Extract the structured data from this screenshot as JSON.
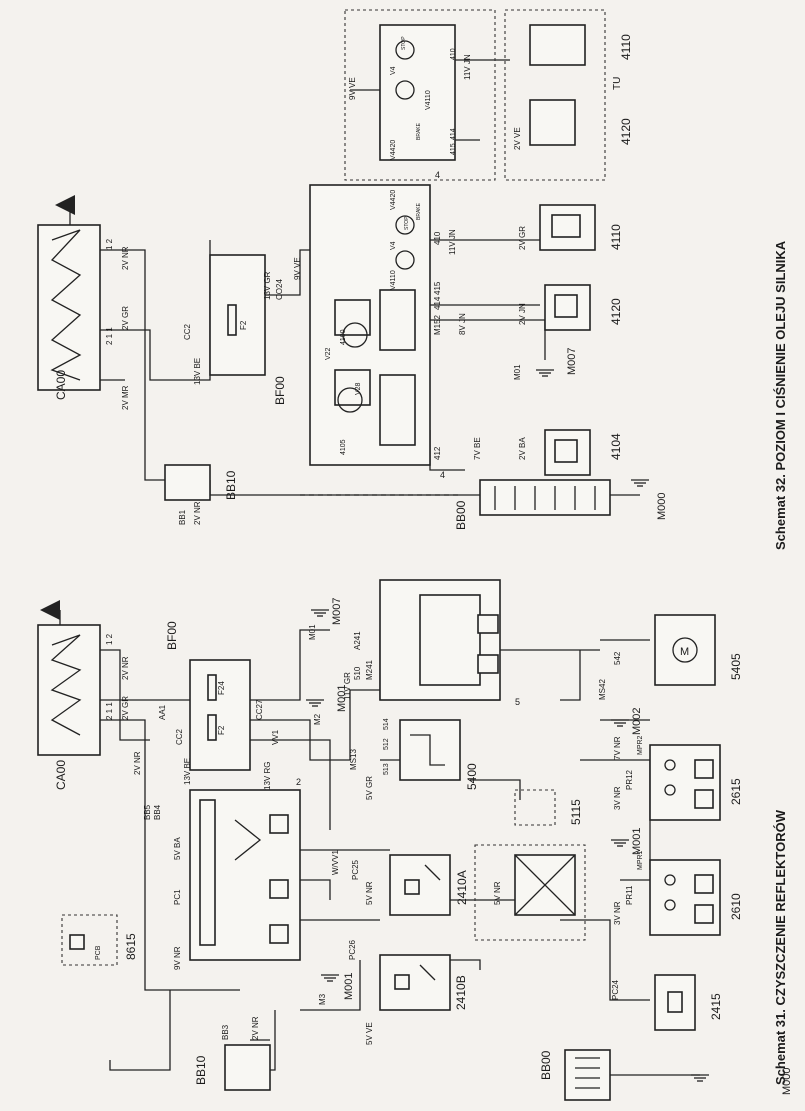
{
  "captions": {
    "left": "Schemat 31. CZYSZCZENIE REFLEKTORÓW",
    "right": "Schemat 32. POZIOM I CIŚNIENIE OLEJU SILNIKA"
  },
  "schemat31": {
    "components": {
      "ca00": "CA00",
      "bf00": "BF00",
      "bb10": "BB10",
      "bb00": "BB00",
      "c8615": "8615",
      "c2410b": "2410B",
      "c2410a": "2410A",
      "c2415": "2415",
      "c2610": "2610",
      "c2615": "2615",
      "c5400": "5400",
      "c5115": "5115",
      "c5405": "5405",
      "c5": "5",
      "c2": "2",
      "m001a": "M001",
      "m001b": "M001",
      "m001c": "M001",
      "m002": "M002",
      "m007": "M007",
      "m000": "M000",
      "m2": "M2",
      "m3": "M3",
      "m01": "M01"
    },
    "labels": {
      "f24": "F24",
      "f2": "F2",
      "pcb": "PCB",
      "w_2vnr_a": "2V NR",
      "w_2vnr_b": "2V NR",
      "w_2vnr_c": "2V NR",
      "w_2vgr": "2V GR",
      "w_13vbe": "13V BE",
      "w_13vrg": "13V RG",
      "w_11vgr": "11V GR",
      "w_5vnr_a": "5V NR",
      "w_5vnr_b": "5V NR",
      "w_5vgr": "5V GR",
      "w_5vve": "5V VE",
      "w_5vba": "5V BA",
      "w_3vnr_a": "3V NR",
      "w_3vnr_b": "3V NR",
      "w_7vnr": "7V NR",
      "w_9vnr": "9V NR",
      "aa1": "AA1",
      "cc2": "CC2",
      "cc27": "CC27",
      "vv1": "VV1",
      "a241": "A241",
      "m241": "M241",
      "s510": "510",
      "s514": "514",
      "s512": "512",
      "s513": "513",
      "ms13": "MS13",
      "bb3": "BB3",
      "bb4": "BB4",
      "bb5": "BB5",
      "pc1": "PC1",
      "pc24": "PC24",
      "pc25": "PC25",
      "pc26": "PC26",
      "pr11": "PR11",
      "pr12": "PR12",
      "mpr1": "MPR1",
      "mpr2": "MPR2",
      "ms42": "MS42",
      "s542": "542",
      "wvv1": "W/VV1",
      "pin12": "1 2",
      "pin211": "2 1 1"
    }
  },
  "schemat32": {
    "components": {
      "ca00": "CA00",
      "bf00": "BF00",
      "bb10": "BB10",
      "bb00": "BB00",
      "c4": "4",
      "c4b": "4",
      "c4104": "4104",
      "c4120a": "4120",
      "c4110a": "4110",
      "c4120b": "4120",
      "c4110b": "4110",
      "tu": "TU",
      "m007": "M007",
      "m000": "M000",
      "m01": "M01"
    },
    "labels": {
      "f2": "F2",
      "c4105": "4105",
      "c4100": "4100",
      "v22": "V22",
      "v28": "V28",
      "v4": "V4",
      "v4110": "V4110",
      "v4420": "V4420",
      "v4b": "V4",
      "v4110b": "V4110",
      "v4420b": "V4420",
      "stop": "STOP",
      "brake": "BRAKE",
      "w_2vnr_a": "2V NR",
      "w_2vnr_b": "2V NR",
      "w_2vmr": "2V MR",
      "w_2vgr": "2V GR",
      "w_13vbe": "13V BE",
      "w_13vgr": "13V GR",
      "w_9vve_a": "9V VE",
      "w_9vve_b": "9V VE",
      "w_11vjn_a": "11V JN",
      "w_11vjn_b": "11V JN",
      "w_8vjn": "8V JN",
      "w_7vbe": "7V BE",
      "w_2vba": "2V BA",
      "w_2vjn": "2V JN",
      "w_2vgr_b": "2V GR",
      "w_2vve": "2V VE",
      "bb1": "BB1",
      "cc2": "CC2",
      "co24": "CO24",
      "m152": "M152",
      "m01": "M01",
      "s410": "410",
      "s412": "412",
      "s414": "414",
      "s415": "415",
      "s410b": "410",
      "s414b": "414",
      "s415b": "415",
      "pin12": "1 2",
      "pin211": "2 1 1"
    }
  }
}
